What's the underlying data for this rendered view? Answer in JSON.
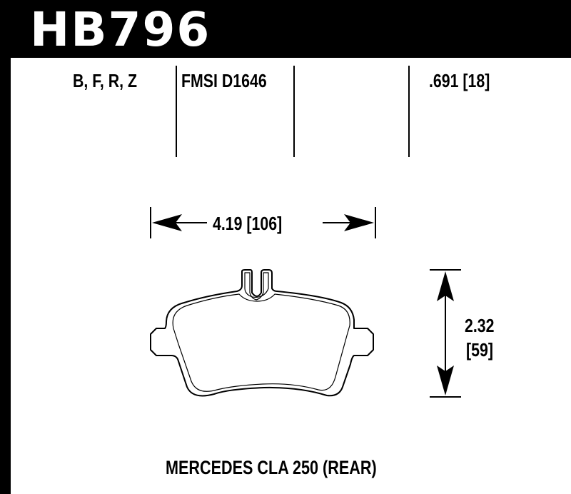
{
  "header": {
    "part_number": "HB796"
  },
  "specs": {
    "compounds": "B, F, R, Z",
    "fmsi": "FMSI D1646",
    "thickness": ".691 [18]"
  },
  "dimensions": {
    "width": "4.19  [106]",
    "height_in": "2.32",
    "height_mm": "[59]"
  },
  "footer": {
    "application": "MERCEDES CLA 250 (REAR)"
  },
  "colors": {
    "ink": "#000000",
    "background": "#ffffff"
  }
}
